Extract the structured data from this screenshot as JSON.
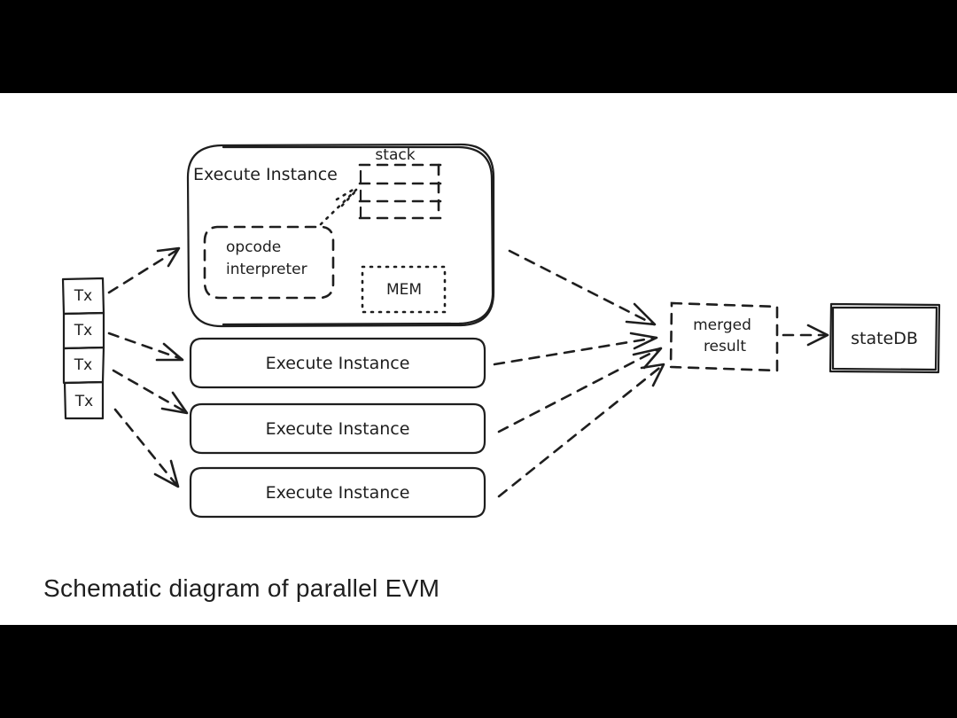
{
  "diagram": {
    "caption": "Schematic diagram of parallel EVM",
    "transactions": [
      {
        "label": "Tx"
      },
      {
        "label": "Tx"
      },
      {
        "label": "Tx"
      },
      {
        "label": "Tx"
      }
    ],
    "main_instance": {
      "label": "Execute Instance",
      "stack_label": "stack",
      "interpreter_label_line1": "opcode",
      "interpreter_label_line2": "interpreter",
      "memory_label": "MEM"
    },
    "instances": [
      {
        "label": "Execute Instance"
      },
      {
        "label": "Execute Instance"
      },
      {
        "label": "Execute Instance"
      }
    ],
    "merge": {
      "line1": "merged",
      "line2": "result"
    },
    "state_db": {
      "label": "stateDB"
    },
    "edges": [
      {
        "from": "Tx 1",
        "to": "Execute Instance (main)",
        "style": "dashed"
      },
      {
        "from": "Tx 2",
        "to": "Execute Instance 2",
        "style": "dashed"
      },
      {
        "from": "Tx 3",
        "to": "Execute Instance 3",
        "style": "dashed"
      },
      {
        "from": "Tx 4",
        "to": "Execute Instance 4",
        "style": "dashed"
      },
      {
        "from": "opcode interpreter",
        "to": "stack",
        "style": "dotted"
      },
      {
        "from": "Execute Instance (main)",
        "to": "merged result",
        "style": "dashed"
      },
      {
        "from": "Execute Instance 2",
        "to": "merged result",
        "style": "dashed"
      },
      {
        "from": "Execute Instance 3",
        "to": "merged result",
        "style": "dashed"
      },
      {
        "from": "Execute Instance 4",
        "to": "merged result",
        "style": "dashed"
      },
      {
        "from": "merged result",
        "to": "stateDB",
        "style": "dashed"
      }
    ]
  }
}
